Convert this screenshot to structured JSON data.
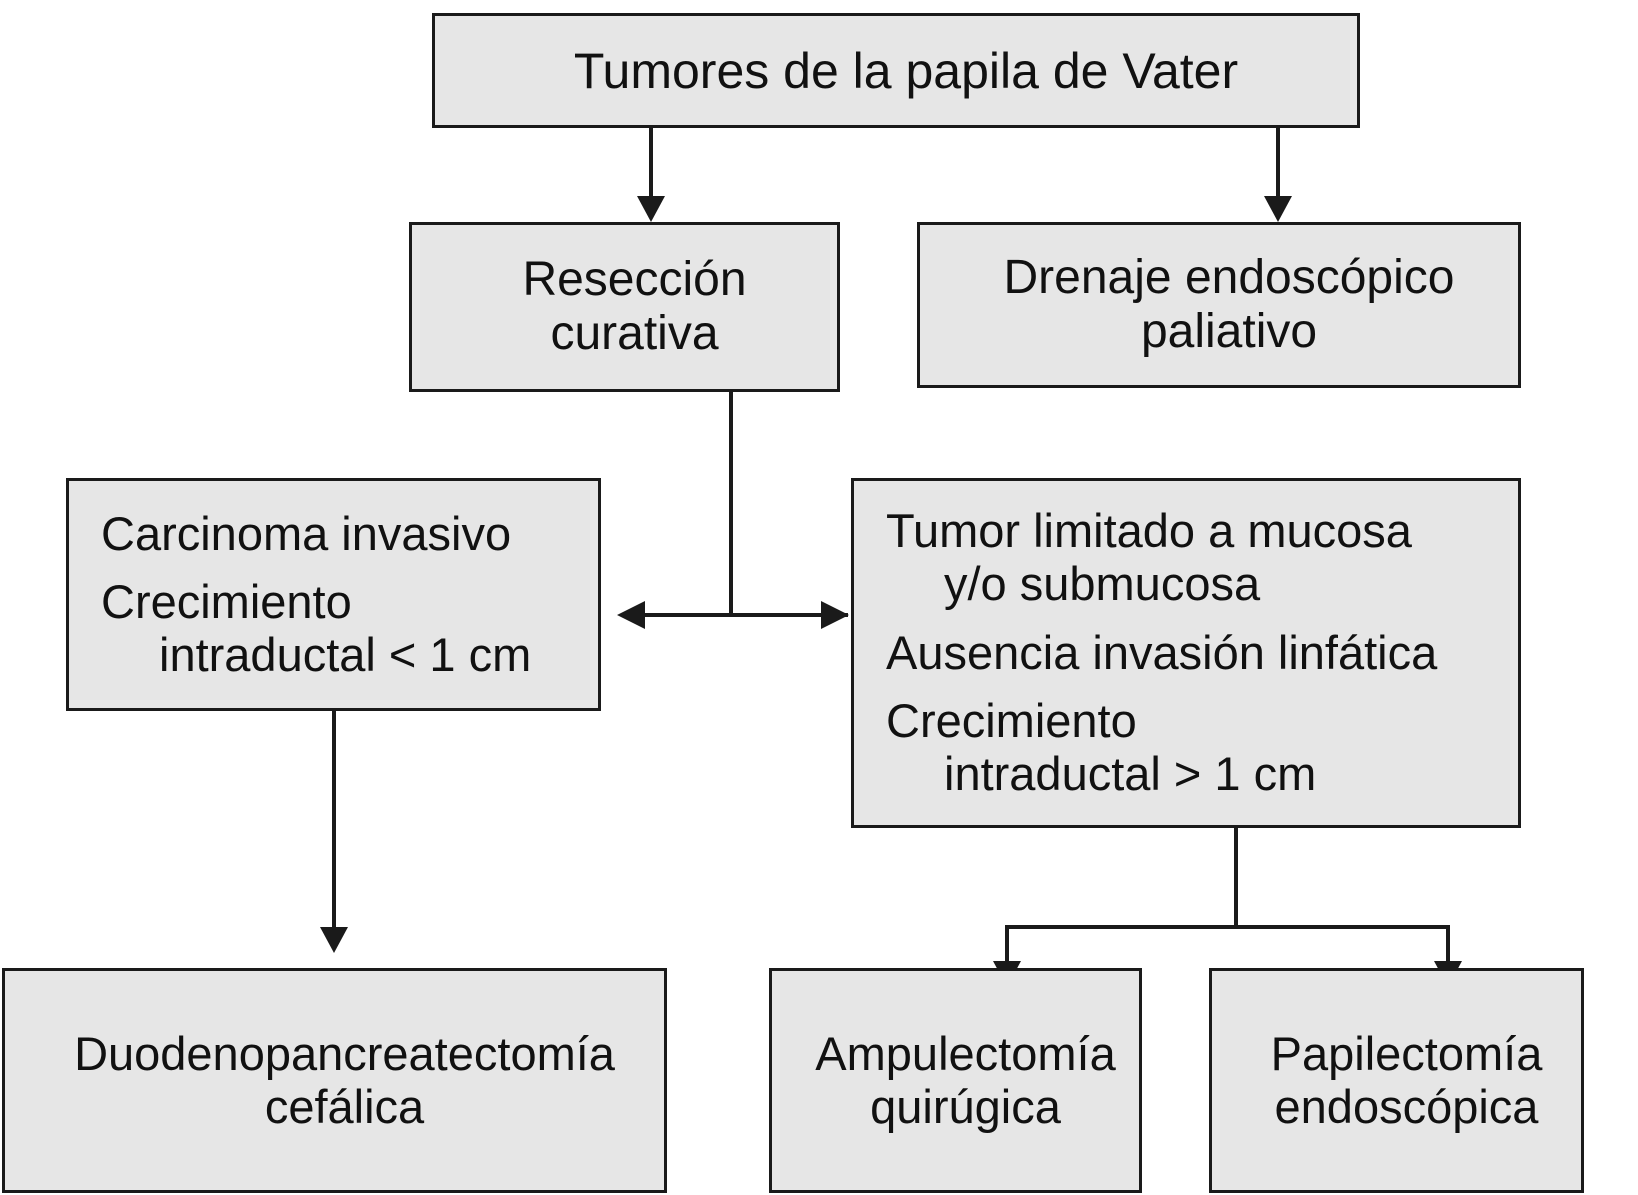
{
  "diagram": {
    "title": "Tumores de la papila de Vater",
    "language": "es",
    "style": {
      "node_fill": "#e6e6e6",
      "node_border": "#1a1a1a",
      "text_color": "#111111",
      "background": "#ffffff"
    },
    "nodes": {
      "root": {
        "id": "root",
        "lines": [
          "Tumores de la papila de Vater"
        ]
      },
      "resection": {
        "id": "resection",
        "lines": [
          "Resección",
          "curativa"
        ]
      },
      "palliative": {
        "id": "palliative",
        "lines": [
          "Drenaje endoscópico",
          "paliativo"
        ]
      },
      "invasive": {
        "id": "invasive",
        "lines": [
          "Carcinoma invasivo",
          "Crecimiento",
          "intraductal < 1 cm"
        ]
      },
      "mucosal": {
        "id": "mucosal",
        "lines": [
          "Tumor limitado a mucosa",
          "y/o submucosa",
          "Ausencia invasión linfática",
          "Crecimiento",
          "intraductal > 1 cm"
        ]
      },
      "whipple": {
        "id": "whipple",
        "lines": [
          "Duodenopancreatectomía",
          "cefálica"
        ]
      },
      "ampullectomy": {
        "id": "ampullectomy",
        "lines": [
          "Ampulectomía",
          "quirúgica"
        ]
      },
      "papillectomy": {
        "id": "papillectomy",
        "lines": [
          "Papilectomía",
          "endoscópica"
        ]
      }
    },
    "edges": [
      {
        "from": "root",
        "to": "resection",
        "kind": "arrow-down"
      },
      {
        "from": "root",
        "to": "palliative",
        "kind": "arrow-down"
      },
      {
        "from": "resection",
        "to": "invasive",
        "kind": "arrow-left"
      },
      {
        "from": "resection",
        "to": "mucosal",
        "kind": "arrow-right"
      },
      {
        "from": "invasive",
        "to": "whipple",
        "kind": "arrow-down"
      },
      {
        "from": "mucosal",
        "to": "ampullectomy",
        "kind": "arrow-down"
      },
      {
        "from": "mucosal",
        "to": "papillectomy",
        "kind": "arrow-down"
      }
    ]
  }
}
